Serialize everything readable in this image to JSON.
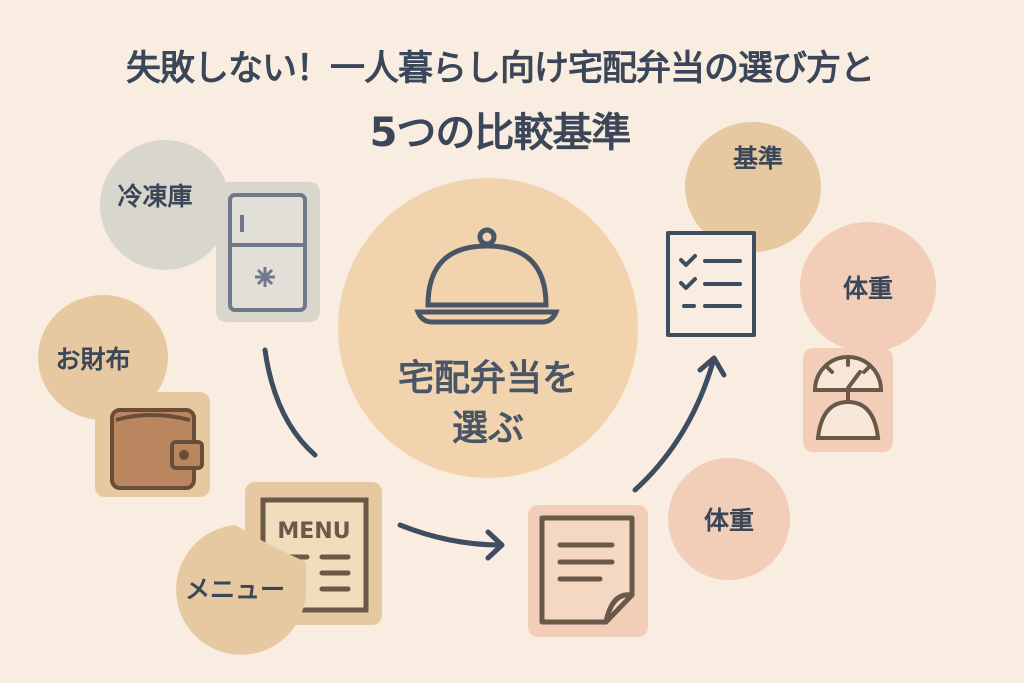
{
  "title": {
    "line1": "失敗しない！一人暮らし向け宅配弁当の選び方と",
    "line2": "5つの比較基準"
  },
  "center": {
    "line1": "宅配弁当を",
    "line2": "選ぶ"
  },
  "labels": {
    "freezer": "冷凍庫",
    "wallet": "お財布",
    "menu": "メニュー",
    "menu_card": "MENU",
    "criteria": "基準",
    "weight_top": "体重",
    "weight_bottom": "体重"
  },
  "colors": {
    "background": "#f8ede0",
    "text": "#3b4758",
    "tan": "#e6c9a0",
    "grey": "#d9d7cd",
    "pink": "#f2cdb8",
    "center": "#f1d4ad"
  }
}
